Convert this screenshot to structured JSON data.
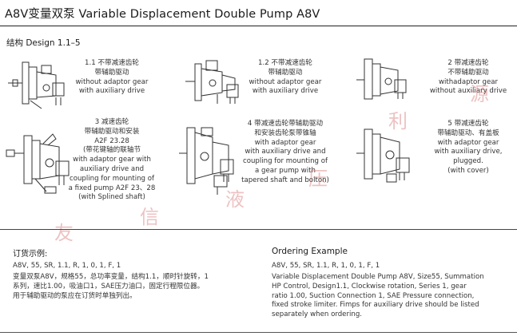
{
  "header": {
    "title": "A8V变量双泵  Variable Displacement Double Pump A8V"
  },
  "section": {
    "subtitle": "结构  Design 1.1–5"
  },
  "designs": [
    {
      "id": "1.1",
      "lines": [
        "1.1 不带减速齿轮",
        "带辅助驱动",
        "without adaptor gear",
        "with  auxiliary drive"
      ]
    },
    {
      "id": "1.2",
      "lines": [
        "1.2 不带减速齿轮",
        "带辅助驱动",
        "without adaptor gear",
        "with auxiliary drive"
      ]
    },
    {
      "id": "2",
      "lines": [
        "2 带减速齿轮",
        "不带辅助驱动",
        "withadaptor gear",
        "without auxiliary drive"
      ]
    },
    {
      "id": "3",
      "lines": [
        "3 减速齿轮",
        "带辅助驱动和安装",
        "A2F 23.28",
        "(带花键轴的联轴节",
        "with adaptor gear with",
        "auxiliary drive and",
        "coupling for mounting of",
        "a fixed pump A2F 23、28",
        "(with Splined shaft)"
      ]
    },
    {
      "id": "4",
      "lines": [
        "4 带减速齿轮带辅助驱动",
        "和安装齿轮泵带锥轴",
        "with adaptor gear",
        "with auxiliary drive and",
        "coupling for mounting of",
        "a gear pump with",
        "tapered shaft and bolton)"
      ]
    },
    {
      "id": "5",
      "lines": [
        "5 带减速齿轮",
        "带辅助驱动、有盖板",
        "with adaptor gear",
        "with auxiliary drive,",
        "plugged.",
        "(with cover)"
      ]
    }
  ],
  "ordering": {
    "cn": {
      "title": "订货示例:",
      "code": "A8V, 55, SR, 1.1, R, 1, 0, 1, F, 1",
      "lines": [
        "变量双泵A8V，规格55，总功率变量，结构1.1，顺时针旋转，1",
        "系列，速比1.00，吸油口1，SAE压力油口，固定行程限位器。",
        "用于辅助驱动的泵应在订货时单独列出。"
      ]
    },
    "en": {
      "title": "Ordering Example",
      "code": "A8V, 55, SR, 1.1, R, 1, 0, 1, F, 1",
      "lines": [
        "Variable Displacement Double Pump A8V, Size55, Summation",
        "HP Control, Design1.1, Clockwise rotation, Series 1, gear",
        "ratio 1.00, Suction Connection 1, SAE Pressure connection,",
        "fixed stroke limiter.  Fimps for auxiliary drive should be listed",
        "separately when ordering."
      ]
    }
  },
  "watermark": {
    "chars": [
      "友",
      "信",
      "液",
      "压",
      "利",
      "源"
    ]
  },
  "colors": {
    "text": "#2a2a2a",
    "rule": "#222222",
    "drawing": "#333333",
    "watermark": "#d77878"
  }
}
